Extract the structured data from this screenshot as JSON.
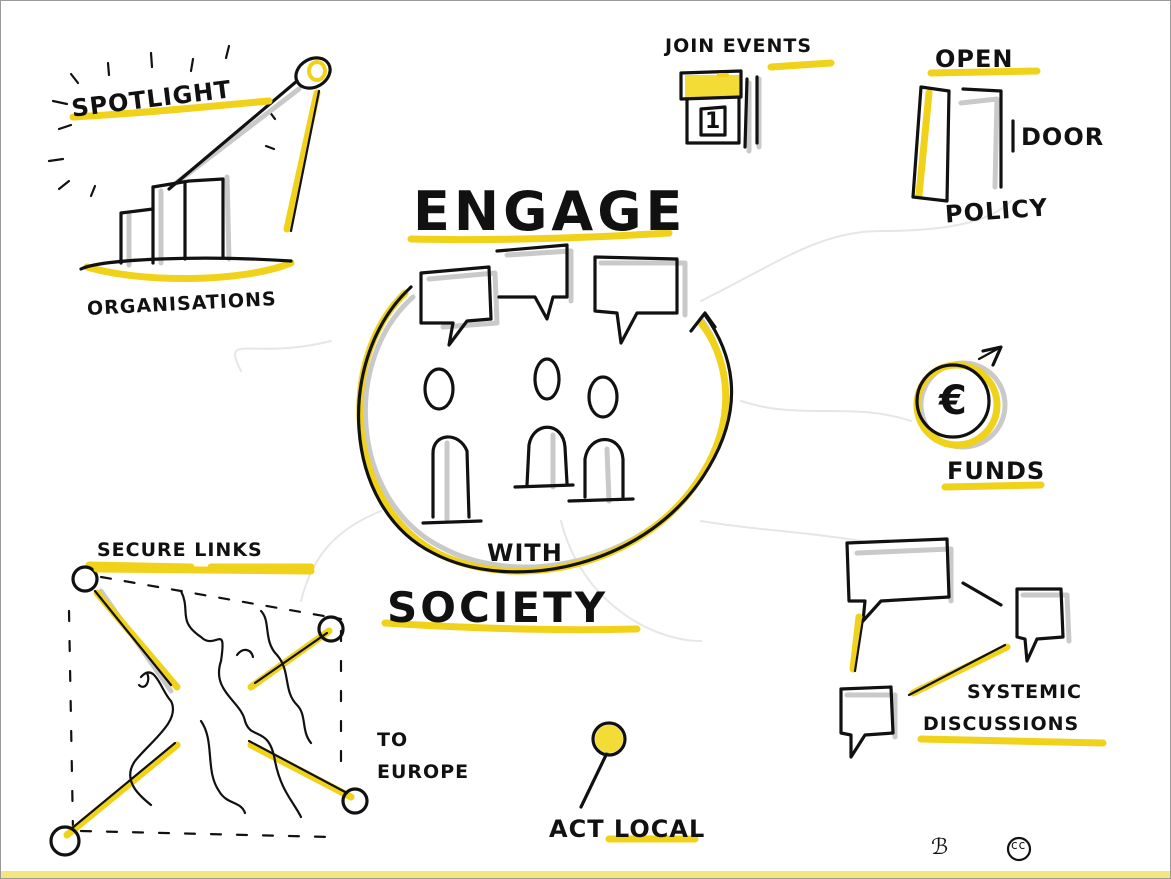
{
  "labels": {
    "spotlight": "SPOTLIGHT",
    "organisations": "ORGANISATIONS",
    "join_events": "JOIN EVENTS",
    "calendar_day": "1",
    "open": "OPEN",
    "door": "DOOR",
    "policy": "POLICY",
    "engage": "ENGAGE",
    "with": "WITH",
    "society": "SOCIETY",
    "euro_symbol": "€",
    "funds": "FUNDS",
    "secure_links": "SECURE LINKS",
    "to": "TO",
    "europe": "EUROPE",
    "act_local": "ACT LOCAL",
    "systemic": "SYSTEMIC",
    "discussions": "DISCUSSIONS",
    "signature": "ℬ",
    "cc_mark": "cc"
  },
  "colors": {
    "ink": "#111111",
    "highlight": "#f0d21a",
    "shadow": "#c9c9c9",
    "background": "#ffffff"
  },
  "icons": [
    "spotlight-icon",
    "podium-icon",
    "calendar-icon",
    "open-door-icon",
    "speech-bubble-icon",
    "person-icon",
    "cycle-arrow-icon",
    "euro-coin-icon",
    "europe-map-icon",
    "map-pin-icon",
    "creative-commons-icon"
  ]
}
